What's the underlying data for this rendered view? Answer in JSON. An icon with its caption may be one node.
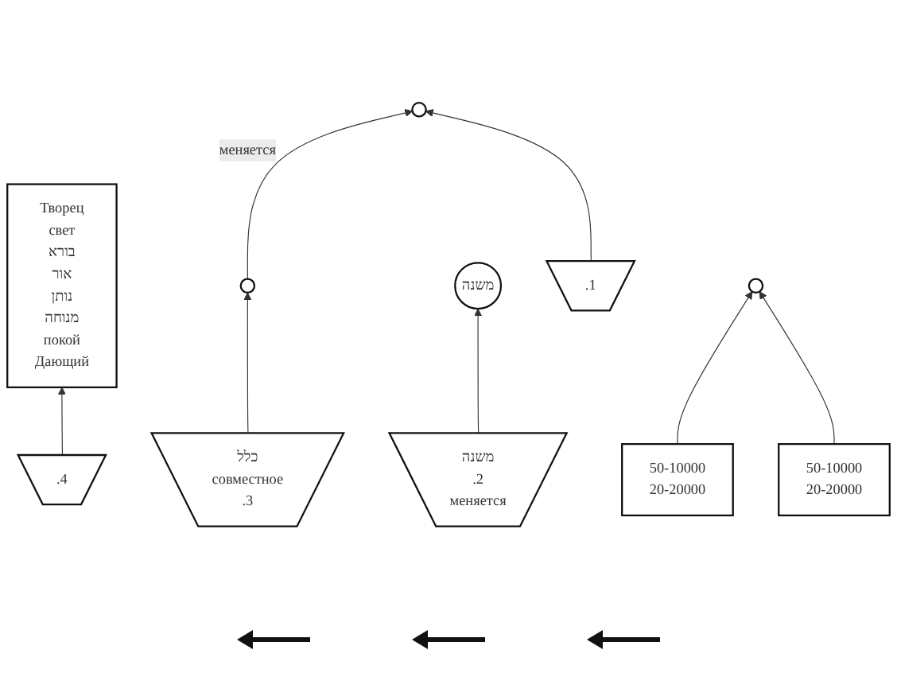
{
  "diagram": {
    "nodes": [
      {
        "text": [
          "Творец",
          "свет",
          "בורא",
          "אור",
          "נותן",
          "מנוחה",
          "покой",
          "Дающий"
        ]
      },
      {
        "text": [
          ".4"
        ]
      },
      {
        "text": [],
        "shape": "circle"
      },
      {
        "text": [
          "משנה"
        ]
      },
      {
        "text": [],
        "shape": "circle"
      },
      {
        "text": [
          "כלל",
          "совместное",
          ".3"
        ]
      },
      {
        "text": [
          "משנה",
          ".2",
          "меняется"
        ]
      },
      {
        "text": [
          ".1"
        ]
      },
      {
        "text": [
          "50-10000",
          "20-20000"
        ]
      },
      {
        "text": [],
        "shape": "circle"
      },
      {
        "text": [
          "50-10000",
          "20-20000"
        ]
      }
    ],
    "edges": [
      {
        "from": 1,
        "to": 0,
        "arrow": "to"
      },
      {
        "from": 2,
        "to": 4,
        "arrow": "to",
        "label": "меняется"
      },
      {
        "from": 5,
        "to": 2,
        "arrow": "to"
      },
      {
        "from": 6,
        "to": 3,
        "arrow": "to"
      },
      {
        "from": 7,
        "to": 4,
        "arrow": "to"
      },
      {
        "from": 8,
        "to": 9,
        "arrow": "to"
      },
      {
        "from": 10,
        "to": 9,
        "arrow": "to"
      }
    ]
  }
}
